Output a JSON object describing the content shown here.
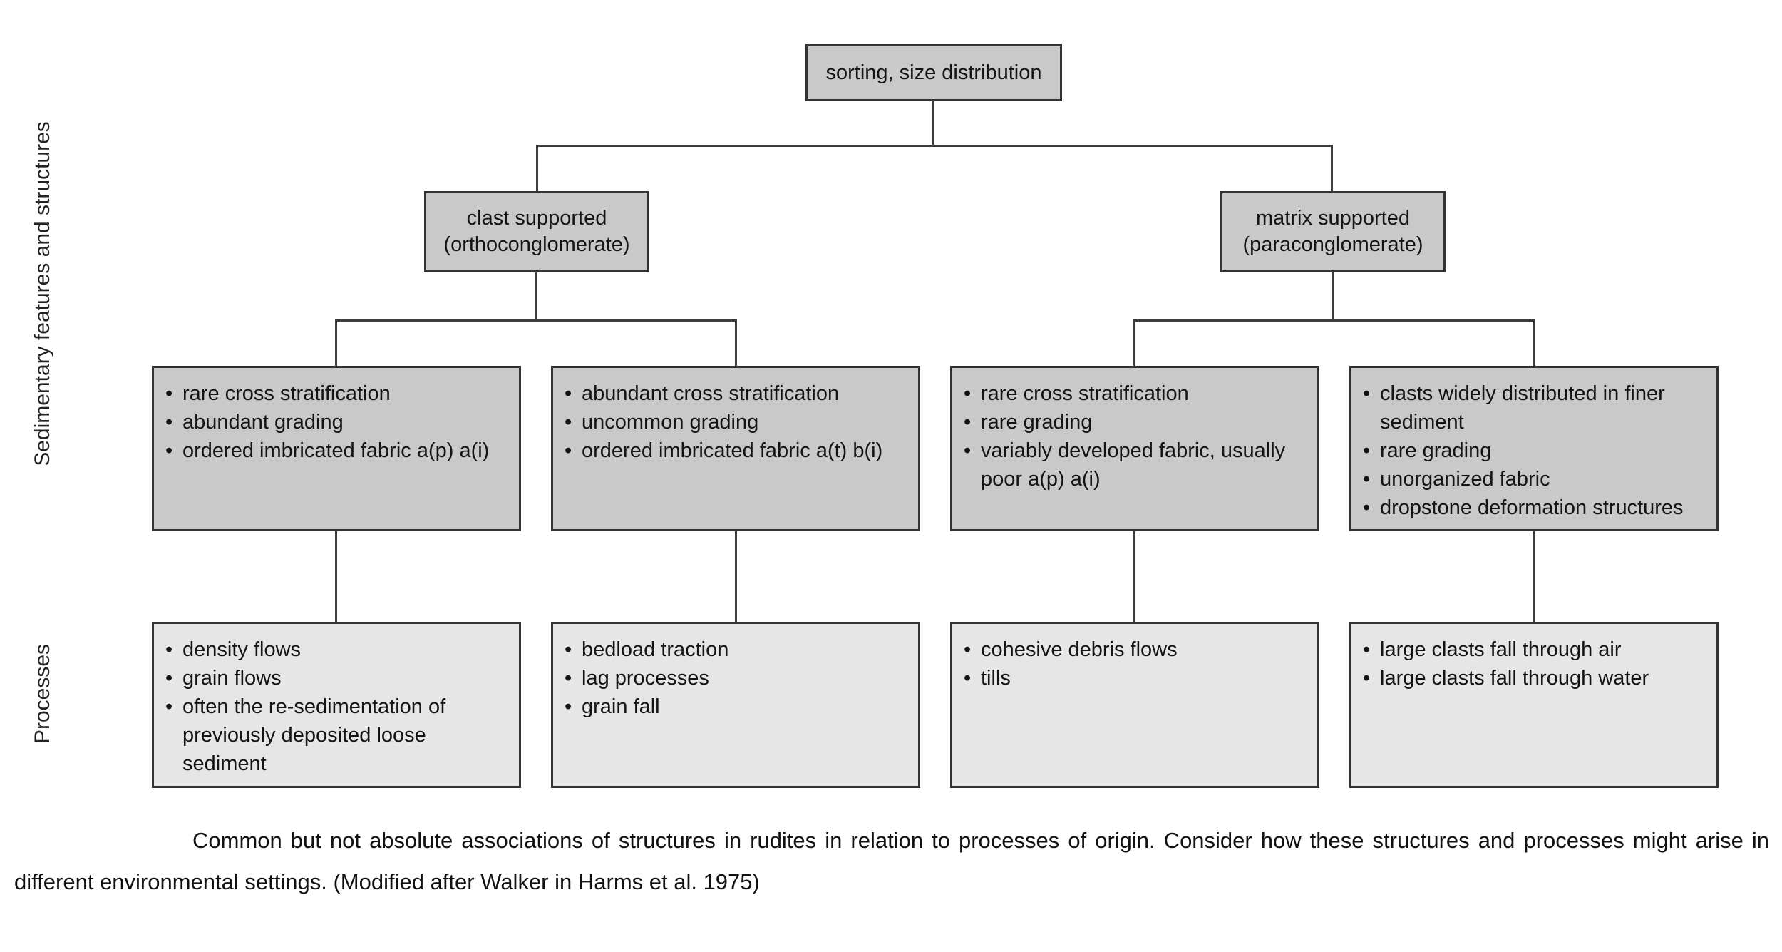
{
  "figure": {
    "root_label": "sorting, size distribution",
    "row_labels": {
      "features": "Sedimentary features and structures",
      "processes": "Processes"
    },
    "level2": [
      {
        "line1": "clast supported",
        "line2": "(orthoconglomerate)"
      },
      {
        "line1": "matrix supported",
        "line2": "(paraconglomerate)"
      }
    ],
    "features": [
      {
        "items": [
          "rare cross stratification",
          "abundant grading",
          "ordered imbricated fabric a(p) a(i)"
        ]
      },
      {
        "items": [
          "abundant cross stratification",
          "uncommon grading",
          "ordered imbricated fabric a(t) b(i)"
        ]
      },
      {
        "items": [
          "rare cross stratification",
          "rare grading",
          "variably developed fabric, usually poor a(p) a(i)"
        ]
      },
      {
        "items": [
          "clasts widely distributed in finer sediment",
          "rare grading",
          "unorganized fabric",
          "dropstone deformation structures"
        ]
      }
    ],
    "processes": [
      {
        "items": [
          "density flows",
          "grain flows",
          "often the re-sedimentation of previously deposited loose sediment"
        ]
      },
      {
        "items": [
          "bedload traction",
          "lag processes",
          "grain fall"
        ]
      },
      {
        "items": [
          "cohesive debris flows",
          "tills"
        ]
      },
      {
        "items": [
          "large clasts fall through air",
          "large clasts fall through water"
        ]
      }
    ],
    "caption": "Common but not absolute associations of structures in rudites in relation to processes of origin. Consider how these structures and processes might arise in different environmental settings. (Modified after Walker in Harms et al. 1975)",
    "colors": {
      "box_dark": "#c9c9c9",
      "box_light": "#e6e6e6",
      "border": "#333333",
      "connector": "#3c3c3c"
    }
  }
}
